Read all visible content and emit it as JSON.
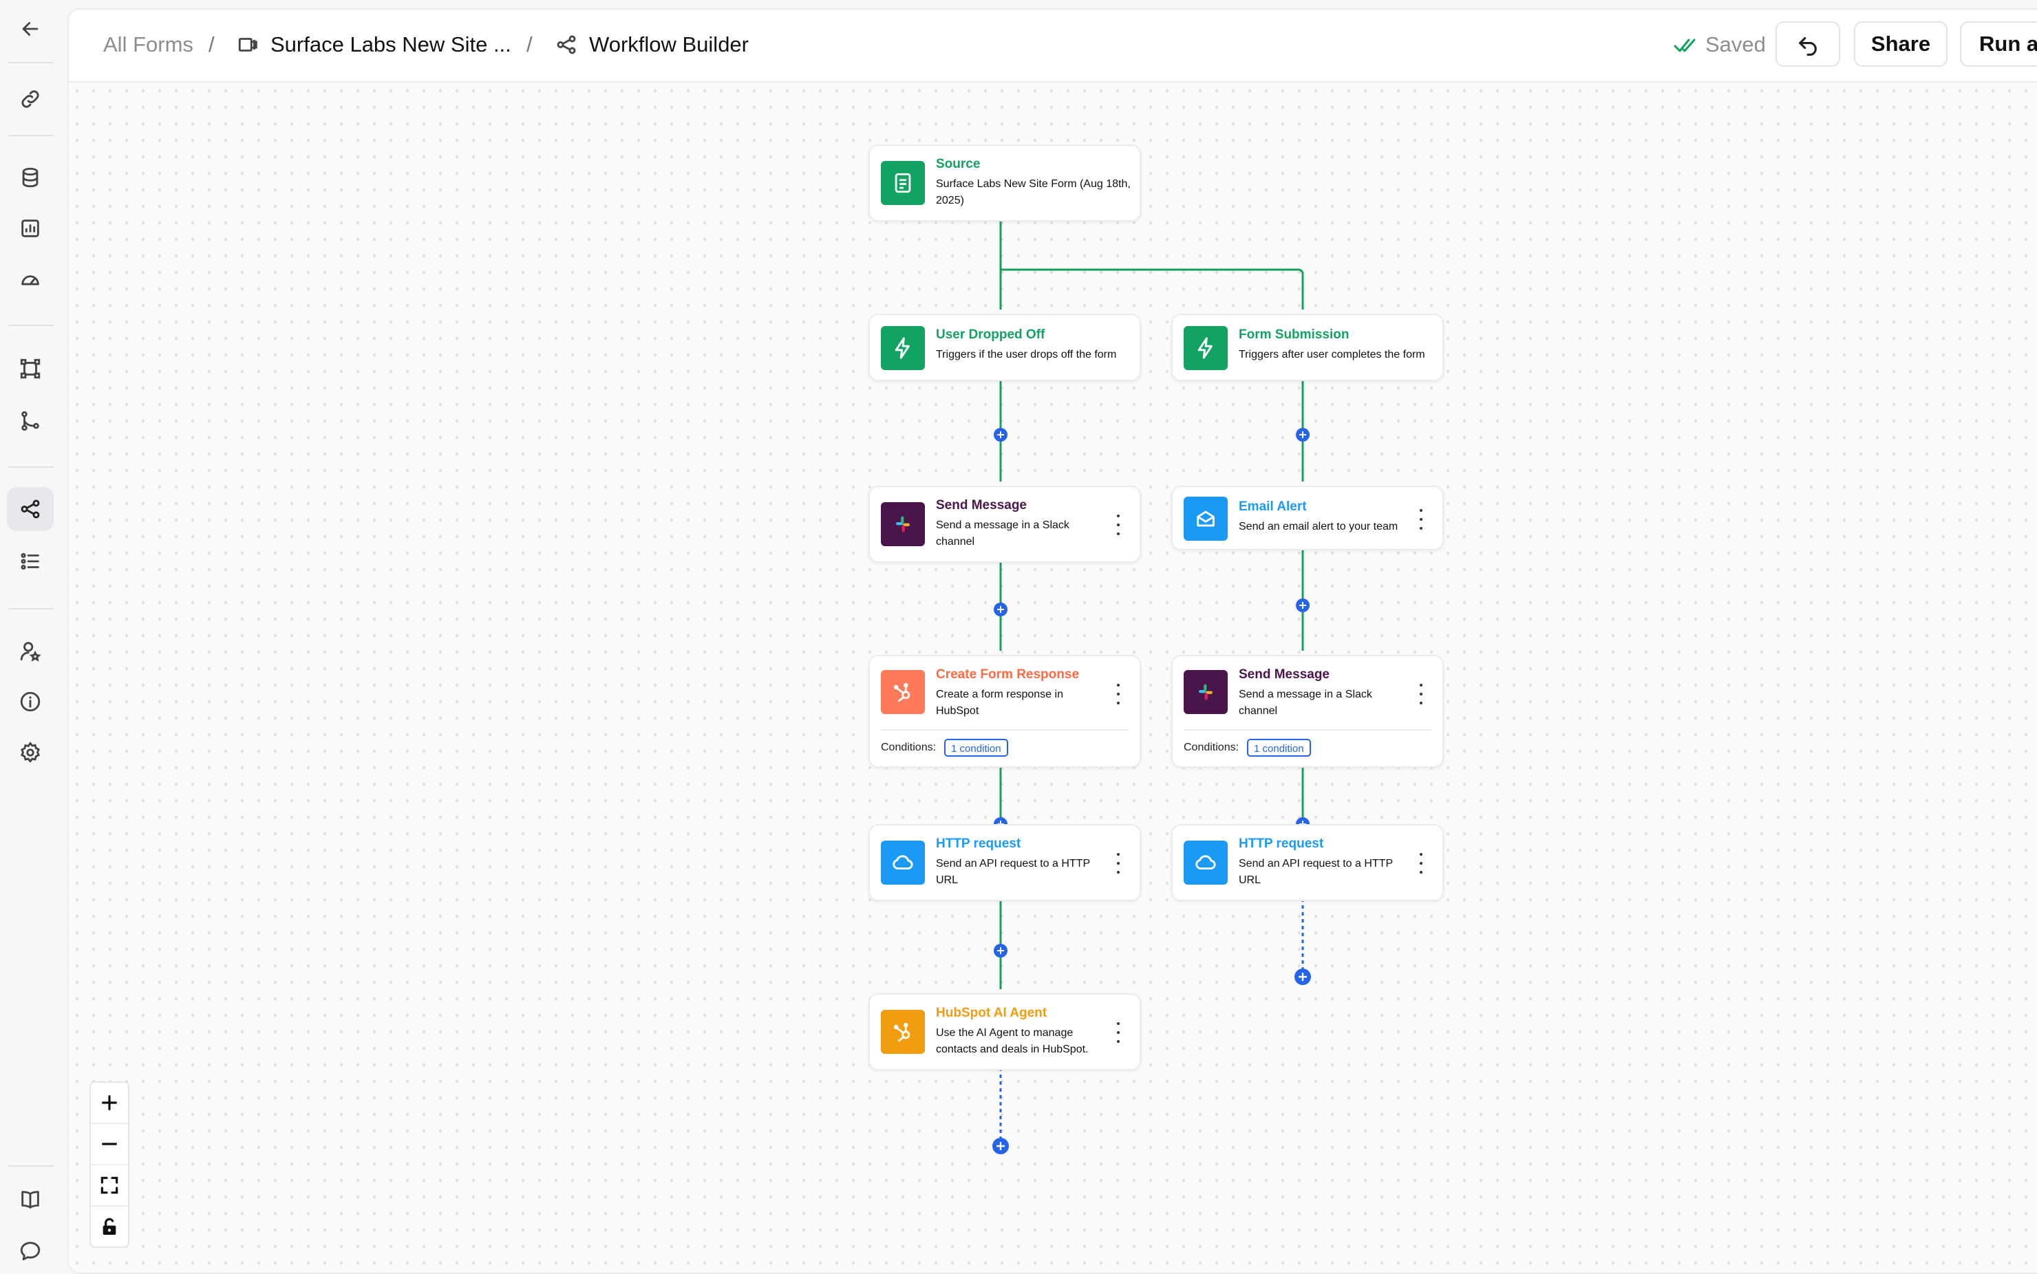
{
  "sidebar": {
    "icons": [
      "arrow-left-icon",
      "link-icon",
      "database-icon",
      "bar-chart-icon",
      "gauge-icon",
      "frame-icon",
      "branch-icon",
      "workflow-icon",
      "checklist-icon",
      "user-star-icon",
      "info-icon",
      "gear-icon",
      "book-icon",
      "chat-bubble-icon"
    ],
    "active": "workflow-icon"
  },
  "header": {
    "breadcrumb_root": "All Forms",
    "separator": "/",
    "form_name": "Surface Labs New Site ...",
    "page": "Workflow Builder",
    "saved_label": "Saved",
    "share_label": "Share",
    "run_label": "Run a"
  },
  "colors": {
    "edge": "#13a15f",
    "plus": "#2563eb",
    "source": "#12a261",
    "slack_bg": "#4a154b",
    "hubspot": "#ff7a59",
    "hubspot_ai": "#f29c0f",
    "http": "#1b9af5",
    "email": "#1b9af5"
  },
  "nodes": {
    "source": {
      "title": "Source",
      "desc": "Surface Labs New Site Form (Aug 18th, 2025)"
    },
    "user_dropped": {
      "title": "User Dropped Off",
      "desc": "Triggers if the user drops off the form"
    },
    "form_submission": {
      "title": "Form Submission",
      "desc": "Triggers after user completes the form"
    },
    "send_message_left": {
      "title": "Send Message",
      "desc": "Send a message in a Slack channel"
    },
    "email_alert": {
      "title": "Email Alert",
      "desc": "Send an email alert to your team"
    },
    "create_form_response": {
      "title": "Create Form Response",
      "desc": "Create a form response in HubSpot",
      "conditions_label": "Conditions:",
      "condition_badge": "1 condition"
    },
    "send_message_right": {
      "title": "Send Message",
      "desc": "Send a message in a Slack channel",
      "conditions_label": "Conditions:",
      "condition_badge": "1 condition"
    },
    "http_left": {
      "title": "HTTP request",
      "desc": "Send an API request to a HTTP URL"
    },
    "http_right": {
      "title": "HTTP request",
      "desc": "Send an API request to a HTTP URL"
    },
    "hubspot_ai": {
      "title": "HubSpot AI Agent",
      "desc": "Use the AI Agent to manage contacts and deals in HubSpot."
    }
  },
  "zoom_controls": [
    "zoom-in-icon",
    "zoom-out-icon",
    "fit-view-icon",
    "lock-icon"
  ]
}
